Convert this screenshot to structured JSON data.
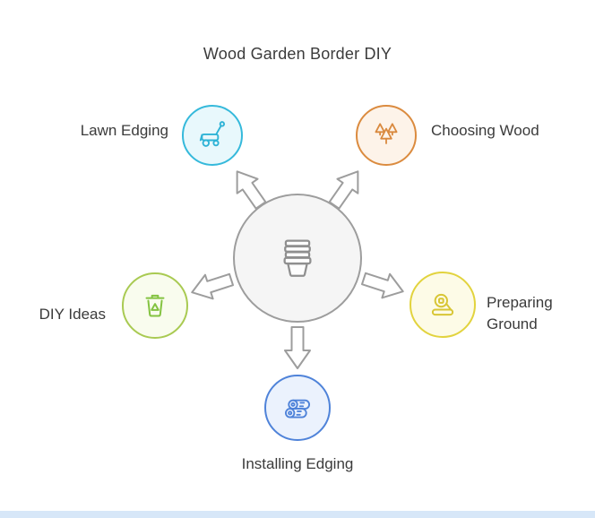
{
  "title": "Wood Garden Border DIY",
  "hub": {
    "icon": "stacked-pots-icon",
    "border_color": "#9d9d9d",
    "bg_color": "#f5f5f5",
    "icon_color": "#8f8f8f"
  },
  "arrow_style": {
    "fill": "#ffffff",
    "stroke": "#9d9d9d"
  },
  "nodes": [
    {
      "id": "lawn-edging",
      "label": "Lawn Edging",
      "icon": "lawn-mower-icon",
      "border_color": "#35b9db",
      "bg_color": "#e8f8fc",
      "icon_color": "#2eb3d6"
    },
    {
      "id": "choosing-wood",
      "label": "Choosing Wood",
      "icon": "pine-trees-icon",
      "border_color": "#db8b3f",
      "bg_color": "#fdf3e9",
      "icon_color": "#d9893e"
    },
    {
      "id": "diy-ideas",
      "label": "DIY Ideas",
      "icon": "recycle-bin-icon",
      "border_color": "#a9ca52",
      "bg_color": "#f9fcee",
      "icon_color": "#84c341"
    },
    {
      "id": "preparing-ground",
      "label": "Preparing Ground",
      "icon": "ground-roller-icon",
      "border_color": "#e2d33e",
      "bg_color": "#fdfbe7",
      "icon_color": "#d8c636"
    },
    {
      "id": "installing-edging",
      "label": "Installing Edging",
      "icon": "logs-icon",
      "border_color": "#4f83d9",
      "bg_color": "#ebf2fd",
      "icon_color": "#4f83d9"
    }
  ],
  "footer": {
    "strip_color": "#d7e7f8"
  }
}
